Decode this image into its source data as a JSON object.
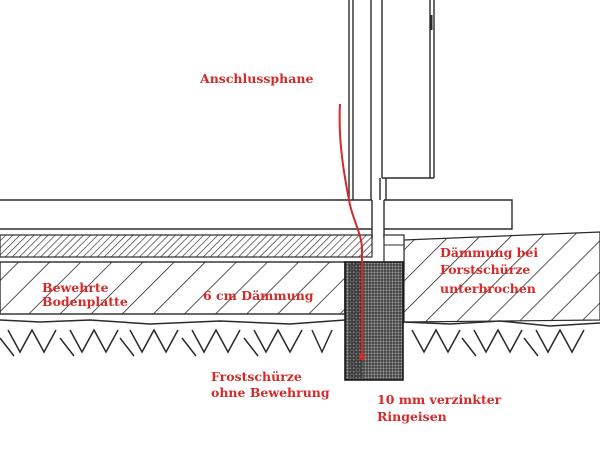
{
  "labels": {
    "anschlussphane": "Anschlussphane",
    "bodenplatte_line1": "Bewehrte",
    "bodenplatte_line2": "Bodenplatte",
    "daemmung_6cm": "6 cm Dämmung",
    "daemmung_frost_line1": "Dämmung bei",
    "daemmung_frost_line2": "Forstschürze",
    "daemmung_frost_line3": "unterbrochen",
    "frostschuerze_line1": "Frostschürze",
    "frostschuerze_line2": "ohne Bewehrung",
    "ringeisen_line1": "10 mm verzinkter",
    "ringeisen_line2": "Ringeisen"
  },
  "colors": {
    "annotation_red": "#d42a2a",
    "annotation_black": "#1a1a1a",
    "line": "#2b2b2b"
  }
}
